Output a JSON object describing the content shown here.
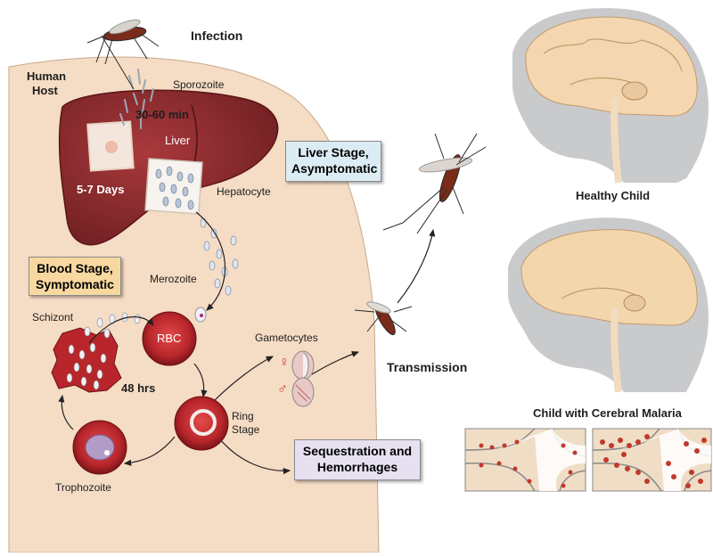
{
  "title": "Infection",
  "host_label_line1": "Human",
  "host_label_line2": "Host",
  "labels": {
    "sporozoite": "Sporozoite",
    "time_30_60": "30-60 min",
    "liver": "Liver",
    "days_5_7": "5-7 Days",
    "hepatocyte": "Hepatocyte",
    "merozoite": "Merozoite",
    "schizont": "Schizont",
    "rbc": "RBC",
    "hrs_48": "48 hrs",
    "ring_stage_line1": "Ring",
    "ring_stage_line2": "Stage",
    "trophozoite": "Trophozoite",
    "gametocytes": "Gametocytes",
    "female_symbol": "♀",
    "male_symbol": "♂",
    "transmission": "Transmission",
    "healthy_child": "Healthy Child",
    "cerebral_malaria": "Child with Cerebral Malaria"
  },
  "boxes": {
    "liver_stage_line1": "Liver Stage,",
    "liver_stage_line2": "Asymptomatic",
    "blood_stage_line1": "Blood Stage,",
    "blood_stage_line2": "Symptomatic",
    "sequestration_line1": "Sequestration and",
    "sequestration_line2": "Hemorrhages"
  },
  "colors": {
    "host_skin": "#f5dcc4",
    "liver": "#8b2b2e",
    "rbc": "#b8262b",
    "liver_box_bg": "#dcecf4",
    "blood_box_bg": "#f7d8a0",
    "sequestration_box_bg": "#e6e0f0",
    "silhouette": "#c9cacc",
    "brain": "#f4d7b0",
    "gender_symbols": "#c0392b"
  }
}
